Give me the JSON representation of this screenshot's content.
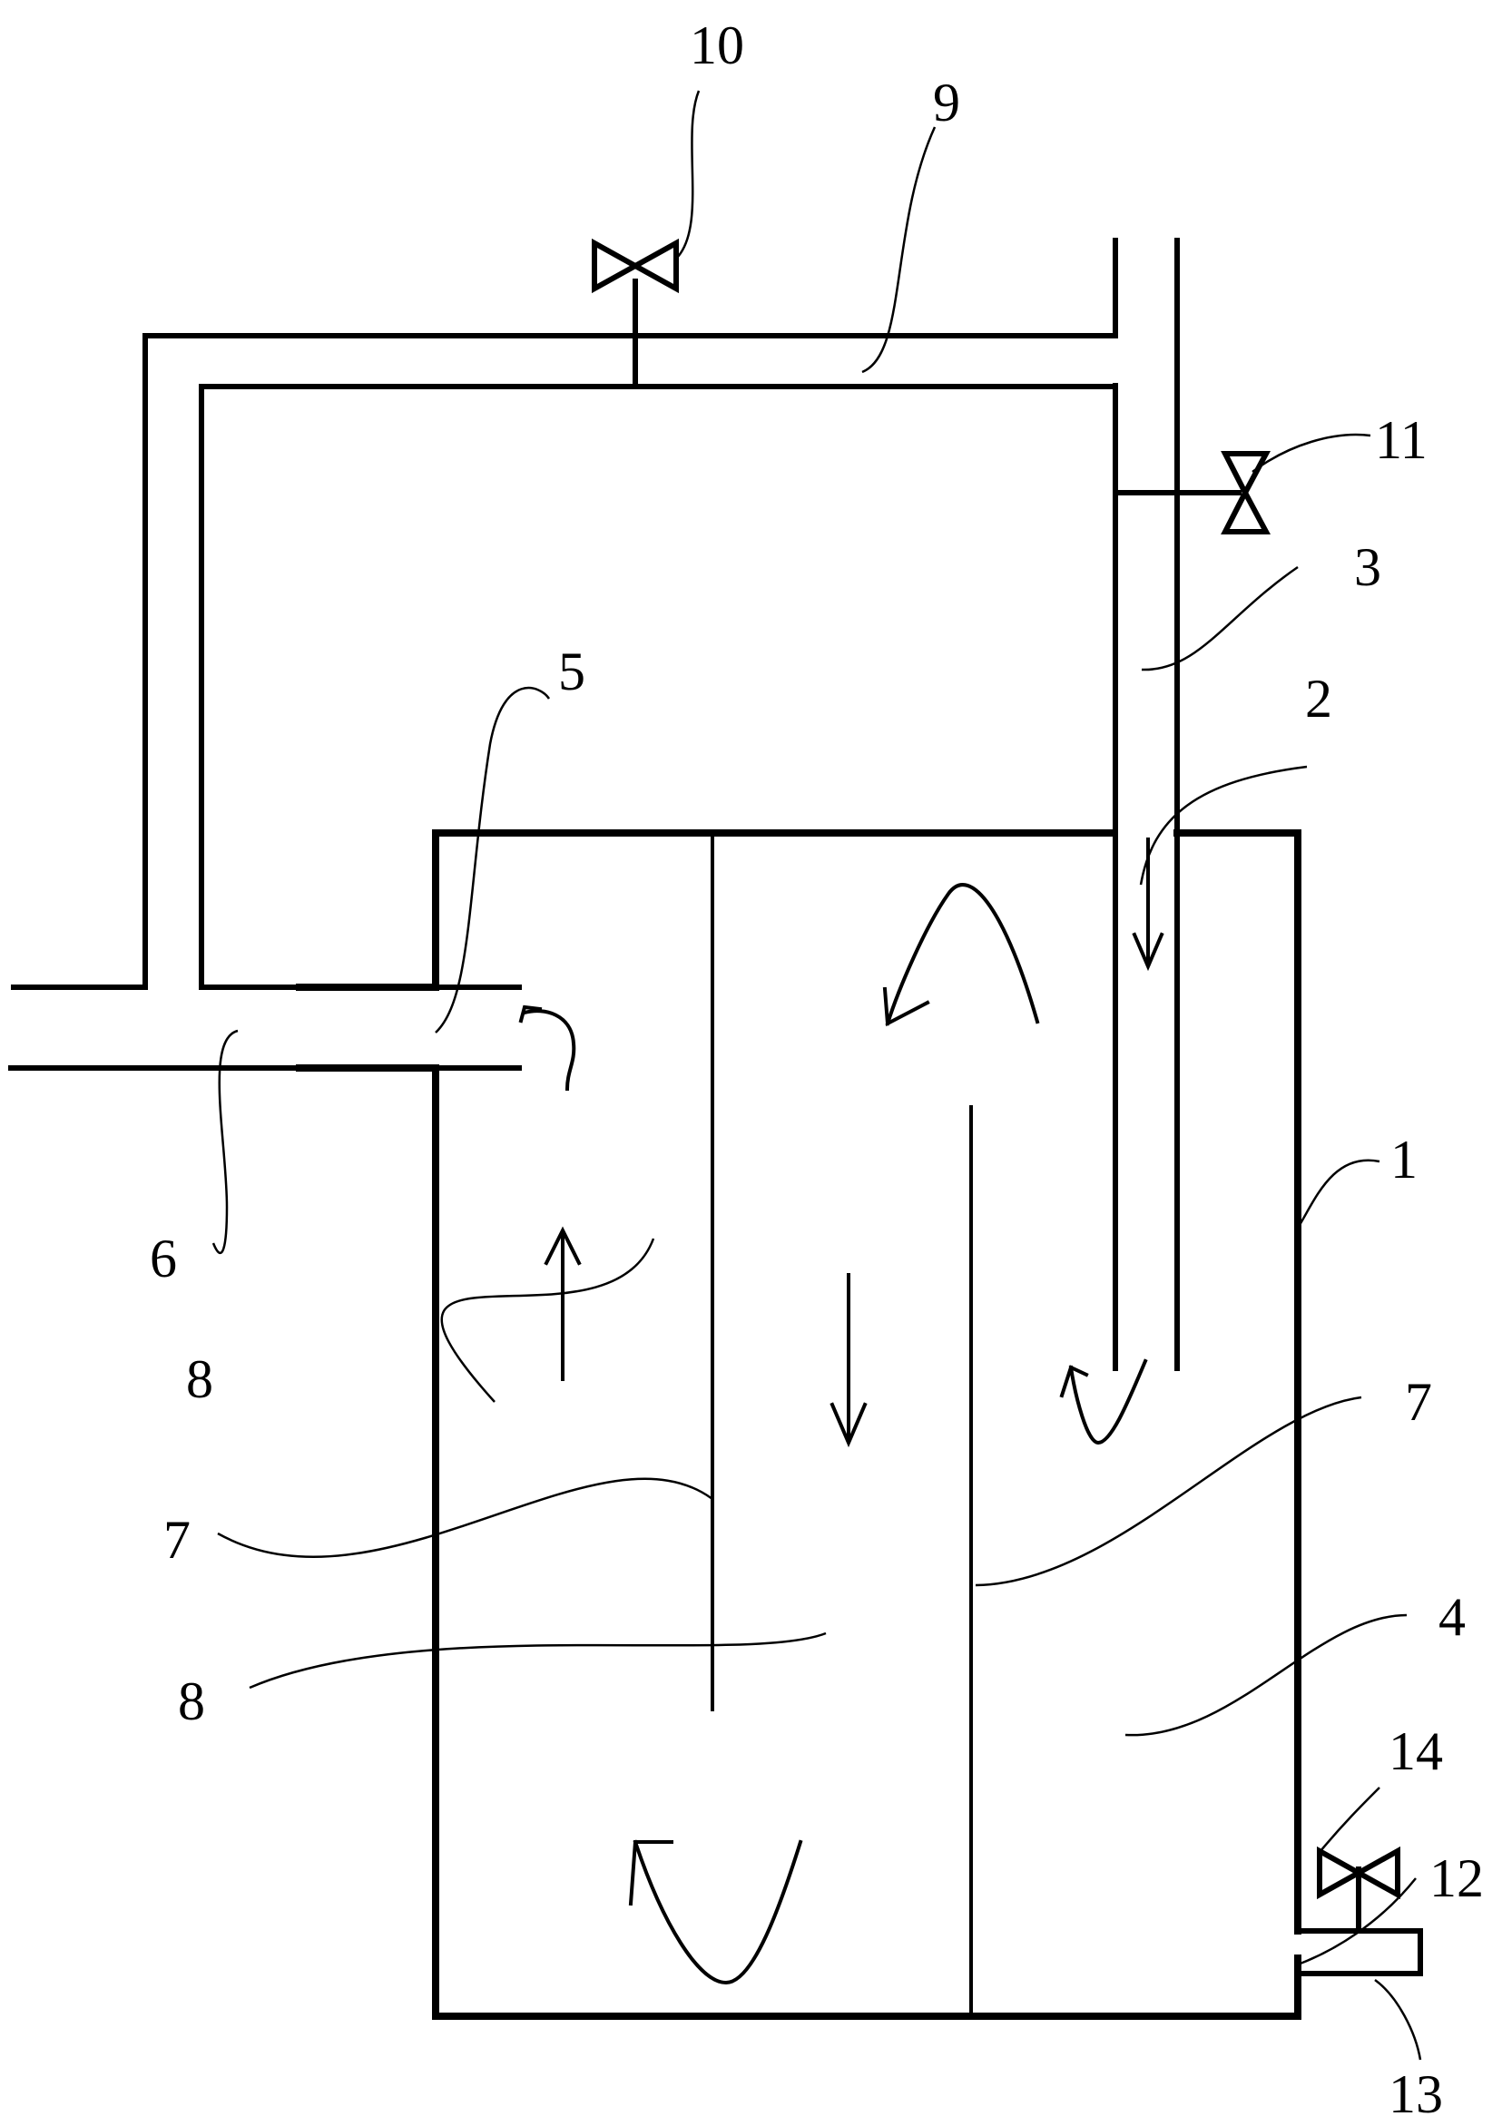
{
  "labels": {
    "l1": "1",
    "l2": "2",
    "l3": "3",
    "l4": "4",
    "l5": "5",
    "l6": "6",
    "l7a": "7",
    "l7b": "7",
    "l8a": "8",
    "l8b": "8",
    "l9": "9",
    "l10": "10",
    "l11": "11",
    "l12": "12",
    "l13": "13",
    "l14": "14"
  },
  "colors": {
    "line": "#000000",
    "background": "#ffffff"
  },
  "icons": {
    "valve": "butterfly-valve-icon",
    "flow": "flow-arrow-icon"
  }
}
